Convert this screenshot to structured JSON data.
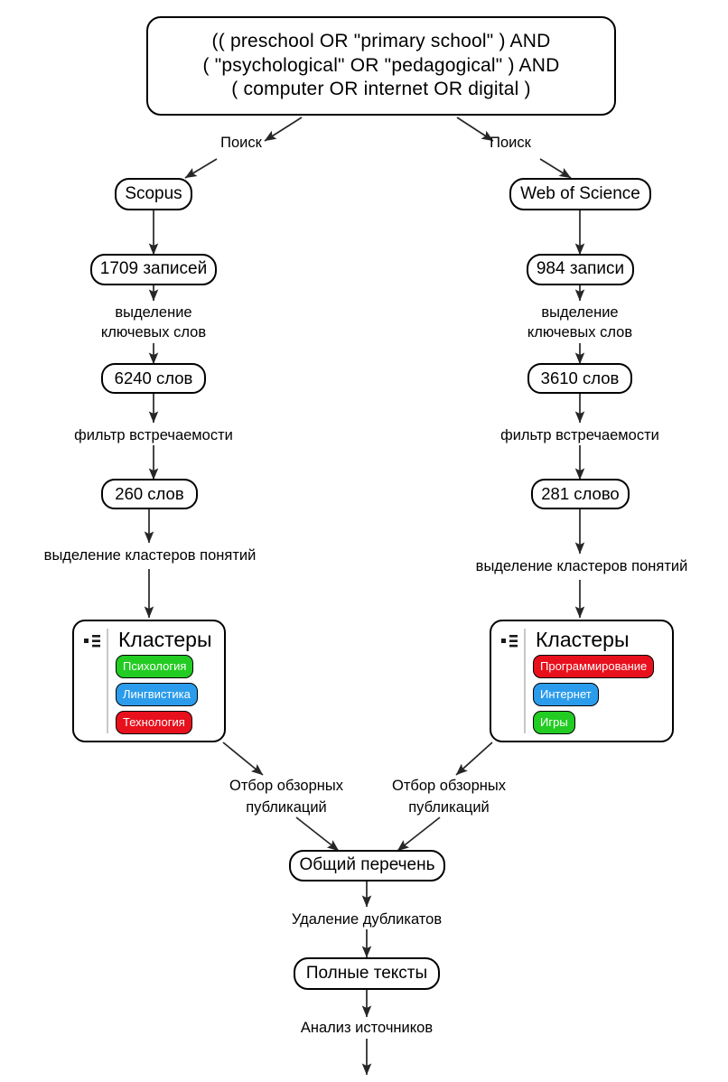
{
  "diagram": {
    "title": "PRISMA-style literature search flowchart",
    "query_node": {
      "name": "search-query",
      "lines": [
        "(( preschool  OR  \"primary school\" )  AND",
        "( \"psychological\"  OR  \"pedagogical\" )  AND",
        "( computer  OR  internet  OR  digital )"
      ]
    },
    "edge_labels": {
      "search_left": "Поиск",
      "search_right": "Поиск",
      "keywords_left": "выделение\nключевых слов",
      "keywords_left_l1": "выделение",
      "keywords_left_l2": "ключевых слов",
      "keywords_right_l1": "выделение",
      "keywords_right_l2": "ключевых слов",
      "freq_filter_left": "фильтр встречаемости",
      "freq_filter_right": "фильтр встречаемости",
      "clusters_left": "выделение кластеров понятий",
      "clusters_right": "выделение кластеров понятий",
      "review_left_l1": "Отбор обзорных",
      "review_left_l2": "публикаций",
      "review_right_l1": "Отбор обзорных",
      "review_right_l2": "публикаций",
      "dedup": "Удаление дубликатов",
      "source_analysis": "Анализ источников"
    },
    "left_branch": {
      "database": "Scopus",
      "records": "1709 записей",
      "words_raw": "6240 слов",
      "words_filtered": "260 слов",
      "cluster_card": {
        "icon": "list-icon",
        "title": "Кластеры",
        "tags": [
          {
            "label": "Психология",
            "color": "#22cc22"
          },
          {
            "label": "Лингвистика",
            "color": "#2b9ceb"
          },
          {
            "label": "Технология",
            "color": "#e8101c"
          }
        ]
      }
    },
    "right_branch": {
      "database": "Web of Science",
      "records": "984 записи",
      "words_raw": "3610 слов",
      "words_filtered": "281 слово",
      "cluster_card": {
        "icon": "list-icon",
        "title": "Кластеры",
        "tags": [
          {
            "label": "Программирование",
            "color": "#e8101c"
          },
          {
            "label": "Интернет",
            "color": "#2b9ceb"
          },
          {
            "label": "Игры",
            "color": "#22cc22"
          }
        ]
      }
    },
    "merge": {
      "combined_list": "Общий перечень",
      "full_texts": "Полные тексты"
    },
    "colors": {
      "stroke": "#1a1a1a",
      "node_fill": "#ffffff",
      "text": "#000000",
      "divider": "#c8c8c8",
      "green": "#22cc22",
      "blue": "#2b9ceb",
      "red": "#e8101c"
    }
  }
}
